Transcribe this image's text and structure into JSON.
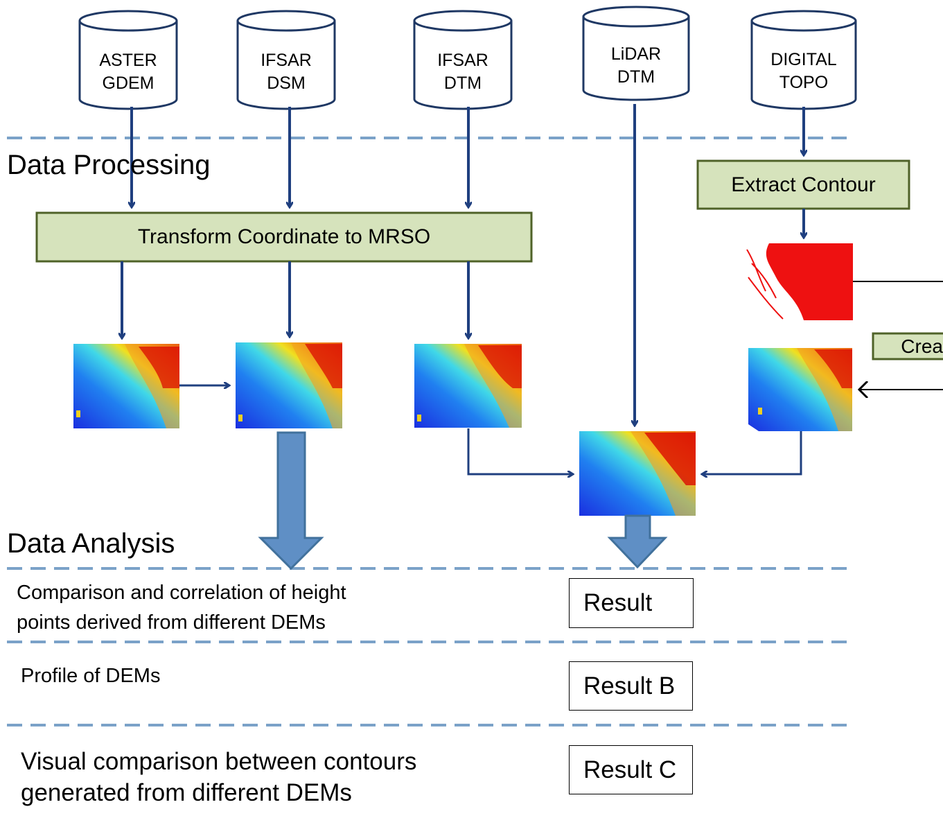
{
  "sources": [
    {
      "line1": "ASTER",
      "line2": "GDEM"
    },
    {
      "line1": "IFSAR",
      "line2": "DSM"
    },
    {
      "line1": "IFSAR",
      "line2": "DTM"
    },
    {
      "line1": "LiDAR",
      "line2": "DTM"
    },
    {
      "line1": "DIGITAL",
      "line2": "TOPO"
    }
  ],
  "sections": {
    "processing": "Data Processing",
    "analysis": "Data  Analysis"
  },
  "process_boxes": {
    "transform": "Transform Coordinate to MRSO",
    "extract": "Extract Contour",
    "create_partial": "Crea"
  },
  "analysis_rows": [
    {
      "line1": "Comparison and correlation of height",
      "line2": "points derived from different DEMs",
      "result": "Result"
    },
    {
      "line1": "Profile of DEMs",
      "line2": "",
      "result": "Result B"
    },
    {
      "line1": "Visual comparison between contours",
      "line2": "generated from different DEMs",
      "result": "Result C"
    }
  ],
  "colors": {
    "arrow": "#1f3f7f",
    "box_fill": "#d6e3bc",
    "box_stroke": "#4f6228",
    "dashed_line": "#7ba2c8",
    "cylinder_stroke": "#1f3864",
    "big_arrow_fill": "#5f8fc5",
    "big_arrow_stroke": "#41719c"
  }
}
